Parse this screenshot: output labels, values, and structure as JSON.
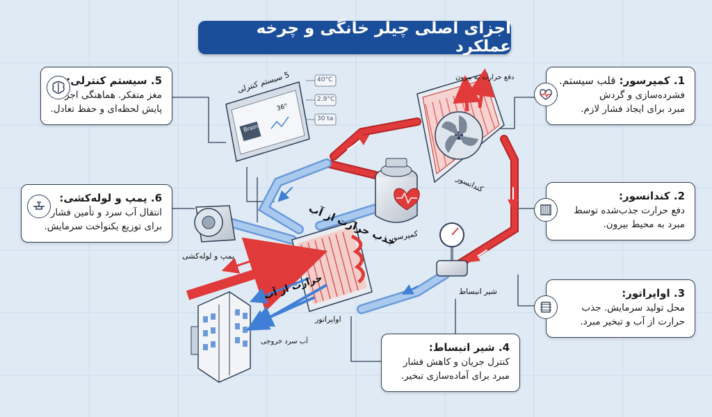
{
  "title": "اجزای اصلی چیلر خانگی و چرخه عملکرد",
  "cards": {
    "compressor": {
      "title": "1. کمپرسور:",
      "lead": "قلب سیستم.",
      "lines": [
        "فشرده‌سازی و گردش",
        "مبرد برای ایجاد فشار لازم."
      ],
      "icon": "heart-pulse-icon"
    },
    "condenser": {
      "title": "2. کندانسور:",
      "lines": [
        "دفع حرارت جذب‌شده توسط",
        "مبرد به محیط بیرون."
      ],
      "icon": "radiator-icon"
    },
    "evaporator": {
      "title": "3. اواپراتور:",
      "lines": [
        "محل تولید سرمایش. جذب",
        "حرارت از آب و تبخیر مبرد."
      ],
      "icon": "coil-icon"
    },
    "expansion": {
      "title": "4. شیر انبساط:",
      "lines": [
        "کنترل جریان و کاهش فشار",
        "مبرد برای آماده‌سازی تبخیر."
      ]
    },
    "control": {
      "title": "5. سیستم کنترلی:",
      "lines": [
        "مغز متفکر. هماهنگی اجزا،",
        "پایش لحظه‌ای و حفظ تعادل."
      ],
      "icon": "brain-icon"
    },
    "pump": {
      "title": "6. پمپ و لوله‌کشی:",
      "lines": [
        "انتقال آب سرد و تأمین فشار",
        "برای توزیع یکنواخت سرمایش."
      ],
      "icon": "valve-icon"
    }
  },
  "labels": {
    "heat_out": "دفع حرارت به بیرون",
    "condenser": "کندانسور",
    "compressor": "کمپرسور",
    "absorb": "جذب حرارت از آب",
    "valve": "شیر انبساط",
    "evaporator": "اواپراتور",
    "pump": "پمپ و لوله‌کشی",
    "water_heat": "حرارت از آب",
    "cold_out": "آب سرد خروجی",
    "control_panel": "5 سیستم کنترلی"
  },
  "screen": {
    "chip": "Brain",
    "temp": "36°",
    "readings": [
      "40°C",
      "2.9°C",
      "30 ta"
    ]
  },
  "colors": {
    "hot": "#e03a3a",
    "cold": "#3f7fd6",
    "title_bg": "#1a4e9a",
    "background": "#dfeaf5"
  }
}
